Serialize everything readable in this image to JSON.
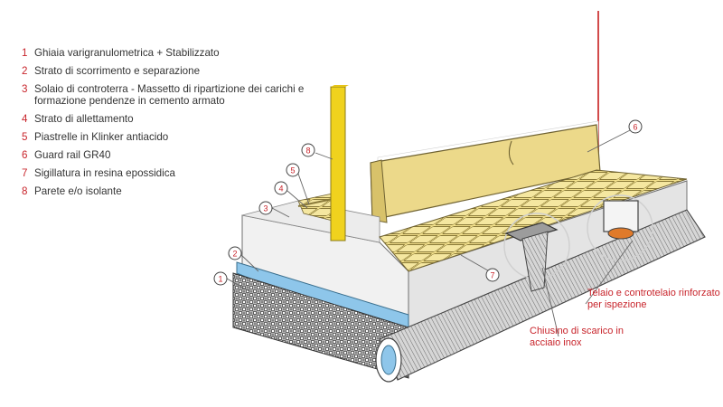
{
  "legend": [
    {
      "num": "1",
      "text": "Ghiaia varigranulometrica + Stabilizzato"
    },
    {
      "num": "2",
      "text": "Strato di scorrimento e separazione"
    },
    {
      "num": "3",
      "text": "Solaio di controterra - Massetto di ripartizione dei carichi e formazione pendenze in cemento armato"
    },
    {
      "num": "4",
      "text": "Strato di allettamento"
    },
    {
      "num": "5",
      "text": "Piastrelle in Klinker antiacido"
    },
    {
      "num": "6",
      "text": "Guard rail GR40"
    },
    {
      "num": "7",
      "text": "Sigillatura in resina epossidica"
    },
    {
      "num": "8",
      "text": "Parete e/o isolante"
    }
  ],
  "markers": {
    "m1": "1",
    "m2": "2",
    "m3": "3",
    "m4": "4",
    "m5": "5",
    "m6": "6",
    "m7": "7",
    "m8": "8"
  },
  "callouts": {
    "telaio": "Telaio e controtelaio rinforzato per ispezione",
    "chiusino": "Chiusino di scarico in acciaio inox"
  },
  "colors": {
    "accent": "#c8242b",
    "tile": "#f2e08c",
    "guard_rail": "#ecd98a",
    "insulation_yellow": "#f0d21e",
    "concrete": "#e6e6e6",
    "membrane": "#8ec6ea"
  }
}
